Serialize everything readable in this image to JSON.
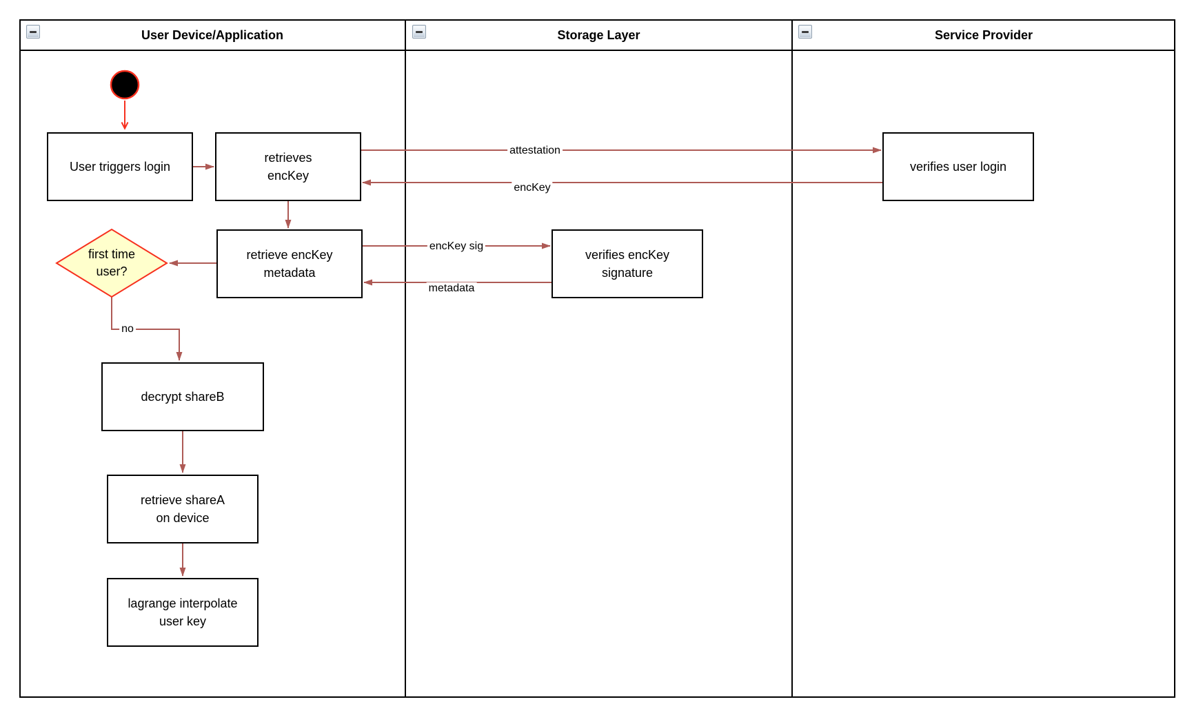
{
  "diagram": {
    "lanes": [
      {
        "title": "User Device/Application"
      },
      {
        "title": "Storage Layer"
      },
      {
        "title": "Service Provider"
      }
    ],
    "nodes": {
      "start": {
        "type": "initial state"
      },
      "user_triggers_login": {
        "label": "User triggers login"
      },
      "retrieves_enckey": {
        "label": "retrieves\nencKey"
      },
      "verifies_user_login": {
        "label": "verifies user login"
      },
      "retrieve_enckey_metadata": {
        "label": "retrieve encKey\nmetadata"
      },
      "verifies_enckey_signature": {
        "label": "verifies encKey\nsignature"
      },
      "first_time_user": {
        "label": "first time\nuser?"
      },
      "decrypt_shareb": {
        "label": "decrypt shareB"
      },
      "retrieve_sharea_on_device": {
        "label": "retrieve shareA\non device"
      },
      "lagrange_interpolate": {
        "label": "lagrange interpolate\nuser key"
      }
    },
    "edge_labels": {
      "attestation": "attestation",
      "enckey": "encKey",
      "enckey_sig": "encKey sig",
      "metadata": "metadata",
      "no": "no"
    },
    "colors": {
      "connector": "#ae5a55",
      "start_red": "#f7301e",
      "diamond_fill": "#ffffcc",
      "diamond_stroke": "#f7301e",
      "node_border": "#000000",
      "lane_border": "#000000",
      "background": "#ffffff"
    }
  }
}
